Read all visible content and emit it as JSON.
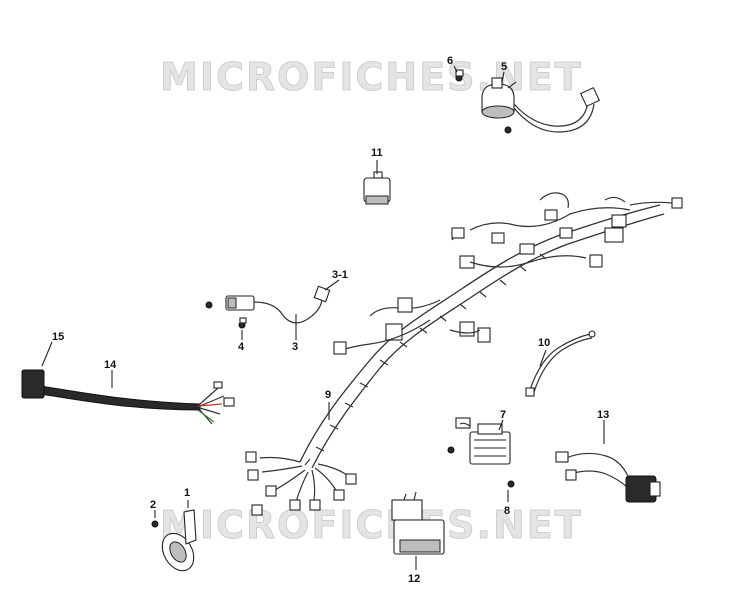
{
  "watermark": {
    "text": "MICROFICHES.NET",
    "color_fill": "#e4e4e4",
    "color_stroke": "#cfcfcf"
  },
  "callouts": [
    {
      "id": "1",
      "label": "1"
    },
    {
      "id": "2",
      "label": "2"
    },
    {
      "id": "3",
      "label": "3"
    },
    {
      "id": "3-1",
      "label": "3-1"
    },
    {
      "id": "4",
      "label": "4"
    },
    {
      "id": "5",
      "label": "5"
    },
    {
      "id": "6",
      "label": "6"
    },
    {
      "id": "7",
      "label": "7"
    },
    {
      "id": "8",
      "label": "8"
    },
    {
      "id": "9",
      "label": "9"
    },
    {
      "id": "10",
      "label": "10"
    },
    {
      "id": "11",
      "label": "11"
    },
    {
      "id": "12",
      "label": "12"
    },
    {
      "id": "13",
      "label": "13"
    },
    {
      "id": "14",
      "label": "14"
    },
    {
      "id": "15",
      "label": "15"
    }
  ],
  "colors": {
    "line": "#222222",
    "background": "#ffffff",
    "harness_dark": "#2a2a2a",
    "wire_accent_red": "#c0392b",
    "wire_accent_green": "#2e7d32"
  }
}
